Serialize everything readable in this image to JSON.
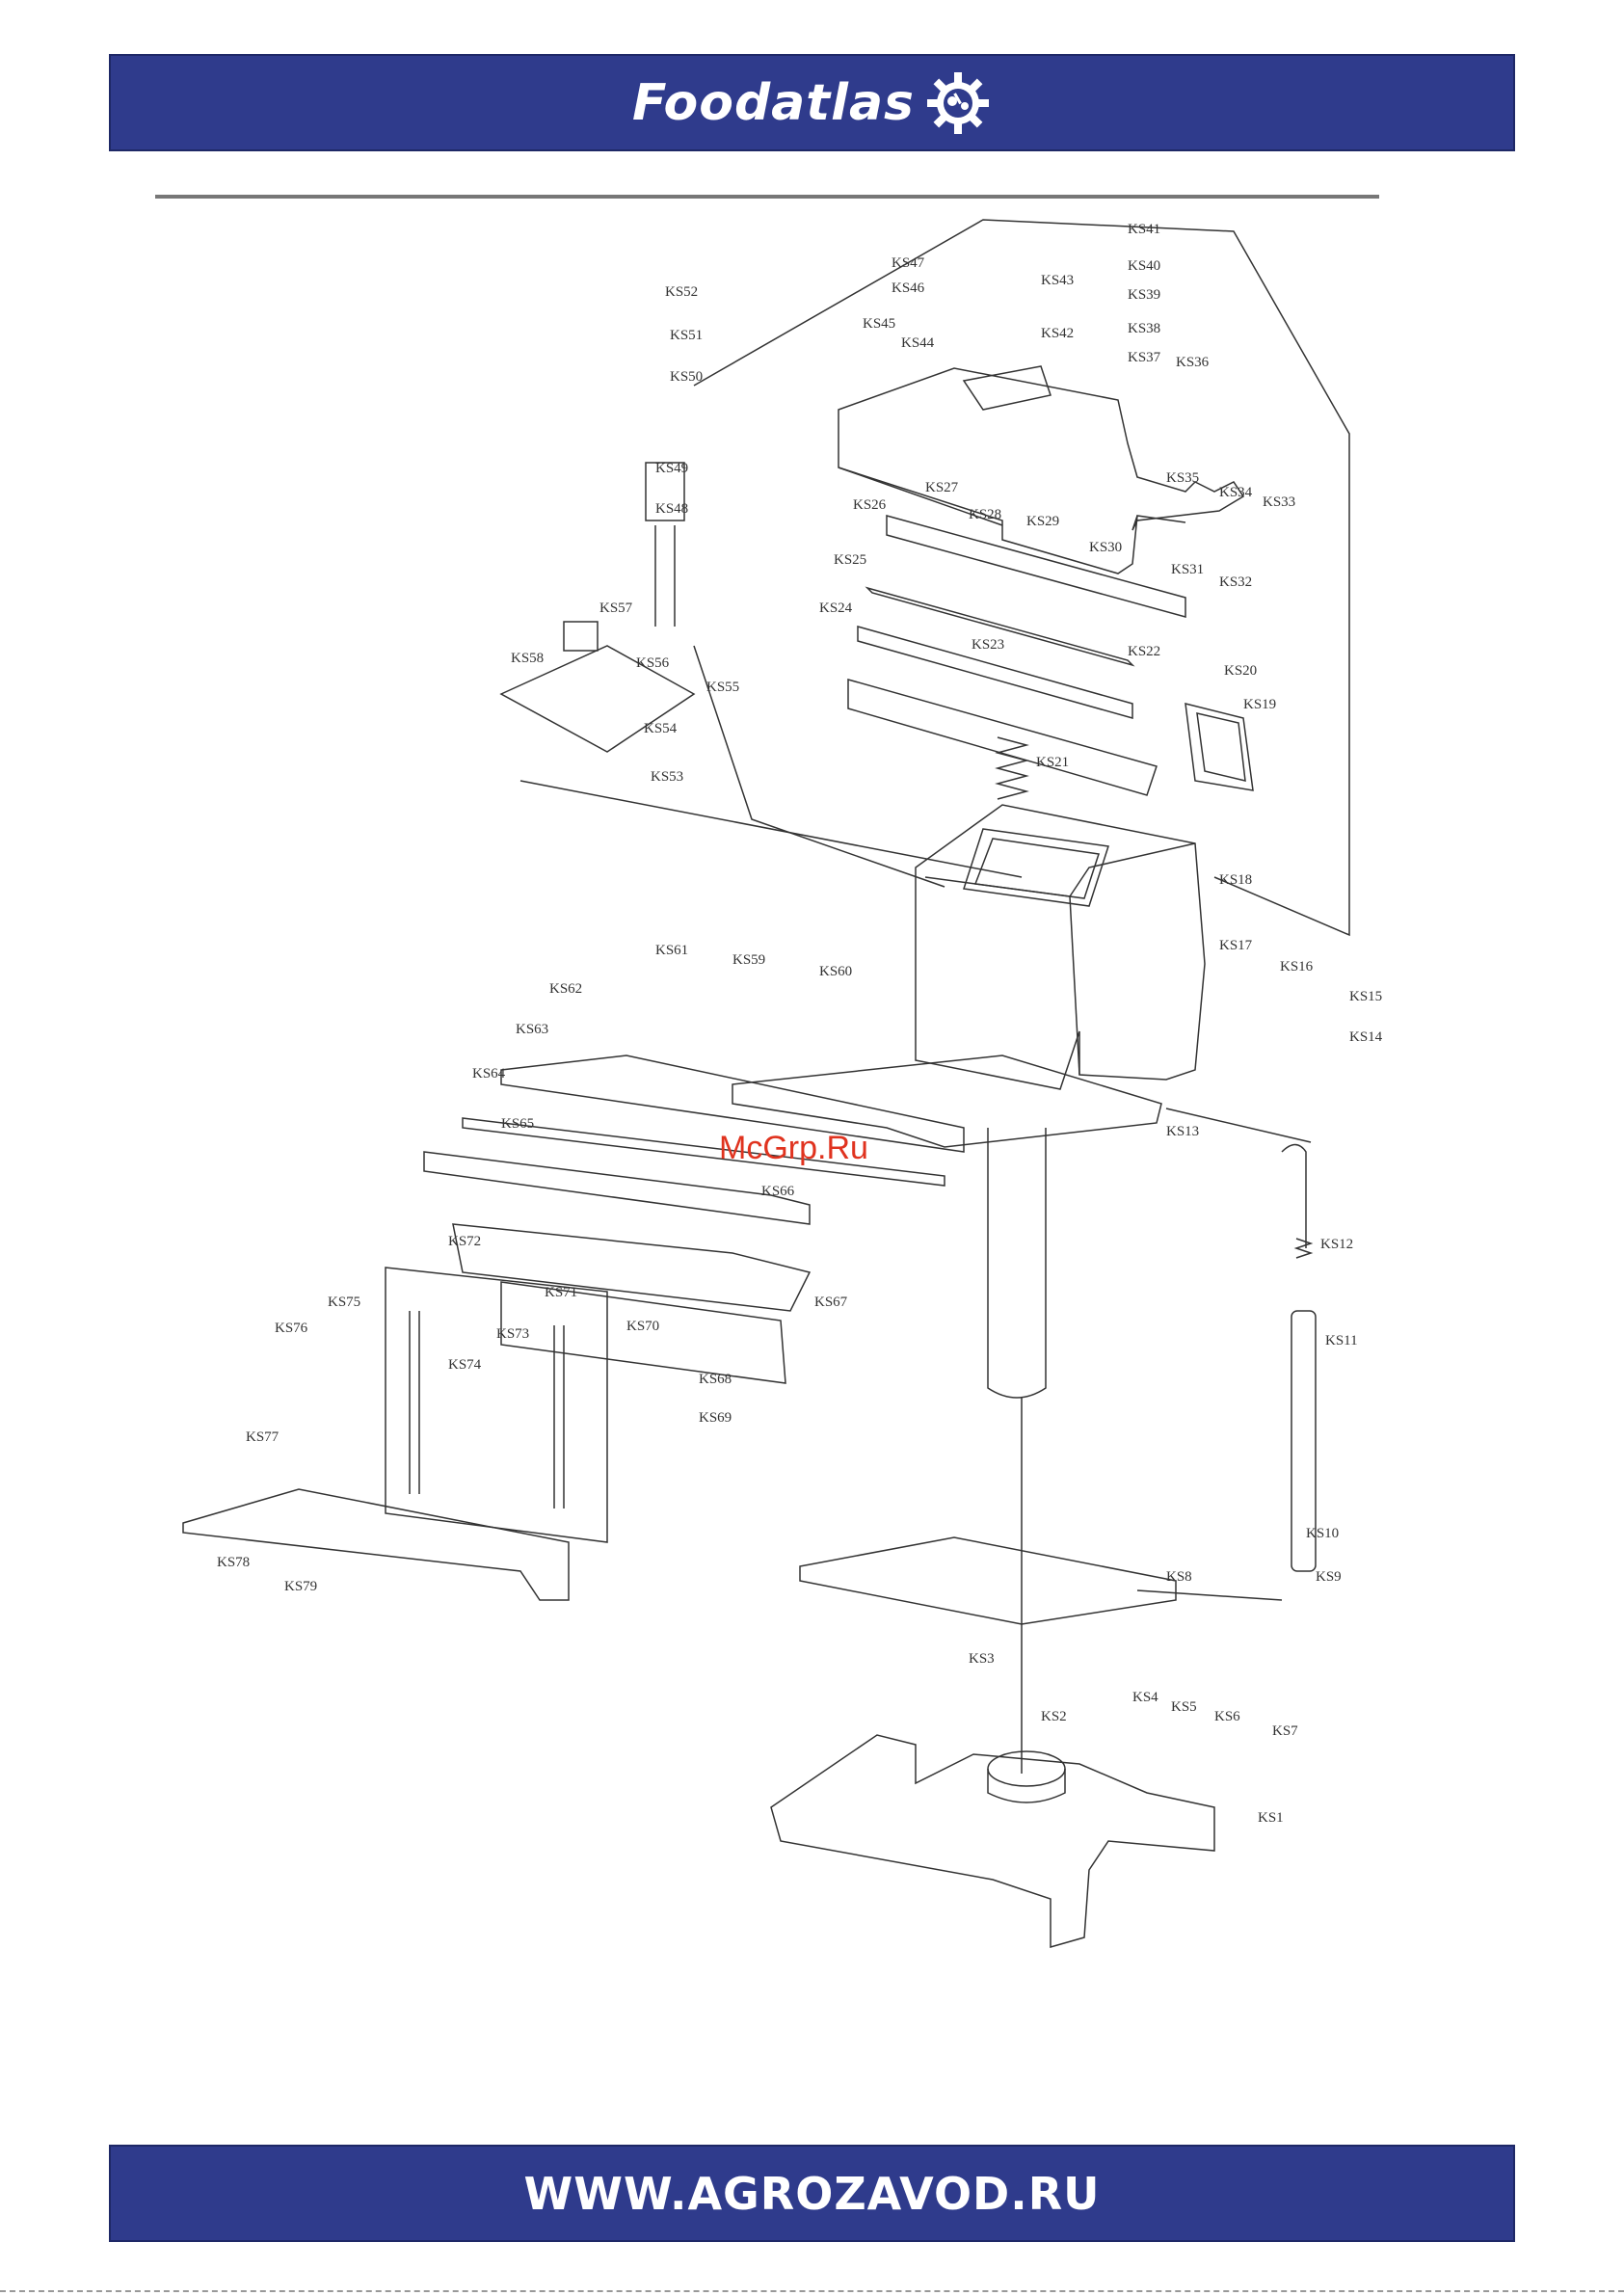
{
  "header": {
    "brand": "Foodatlas",
    "logo_icon": "gear-tools-logo-icon"
  },
  "watermark": "McGrp.Ru",
  "footer": {
    "url": "WWW.AGROZAVOD.RU"
  },
  "parts": [
    "KS52",
    "KS51",
    "KS50",
    "KS49",
    "KS48",
    "KS47",
    "KS46",
    "KS45",
    "KS44",
    "KS43",
    "KS42",
    "KS41",
    "KS40",
    "KS39",
    "KS38",
    "KS37",
    "KS36",
    "KS35",
    "KS34",
    "KS33",
    "KS26",
    "KS27",
    "KS28",
    "KS29",
    "KS30",
    "KS31",
    "KS32",
    "KS25",
    "KS24",
    "KS23",
    "KS22",
    "KS20",
    "KS19",
    "KS21",
    "KS57",
    "KS58",
    "KS56",
    "KS55",
    "KS54",
    "KS53",
    "KS18",
    "KS17",
    "KS16",
    "KS15",
    "KS14",
    "KS13",
    "KS59",
    "KS60",
    "KS61",
    "KS62",
    "KS63",
    "KS64",
    "KS65",
    "KS66",
    "KS67",
    "KS68",
    "KS69",
    "KS70",
    "KS71",
    "KS72",
    "KS73",
    "KS74",
    "KS75",
    "KS76",
    "KS77",
    "KS78",
    "KS79",
    "KS12",
    "KS11",
    "KS10",
    "KS9",
    "KS8",
    "KS3",
    "KS4",
    "KS5",
    "KS6",
    "KS7",
    "KS2",
    "KS1"
  ]
}
